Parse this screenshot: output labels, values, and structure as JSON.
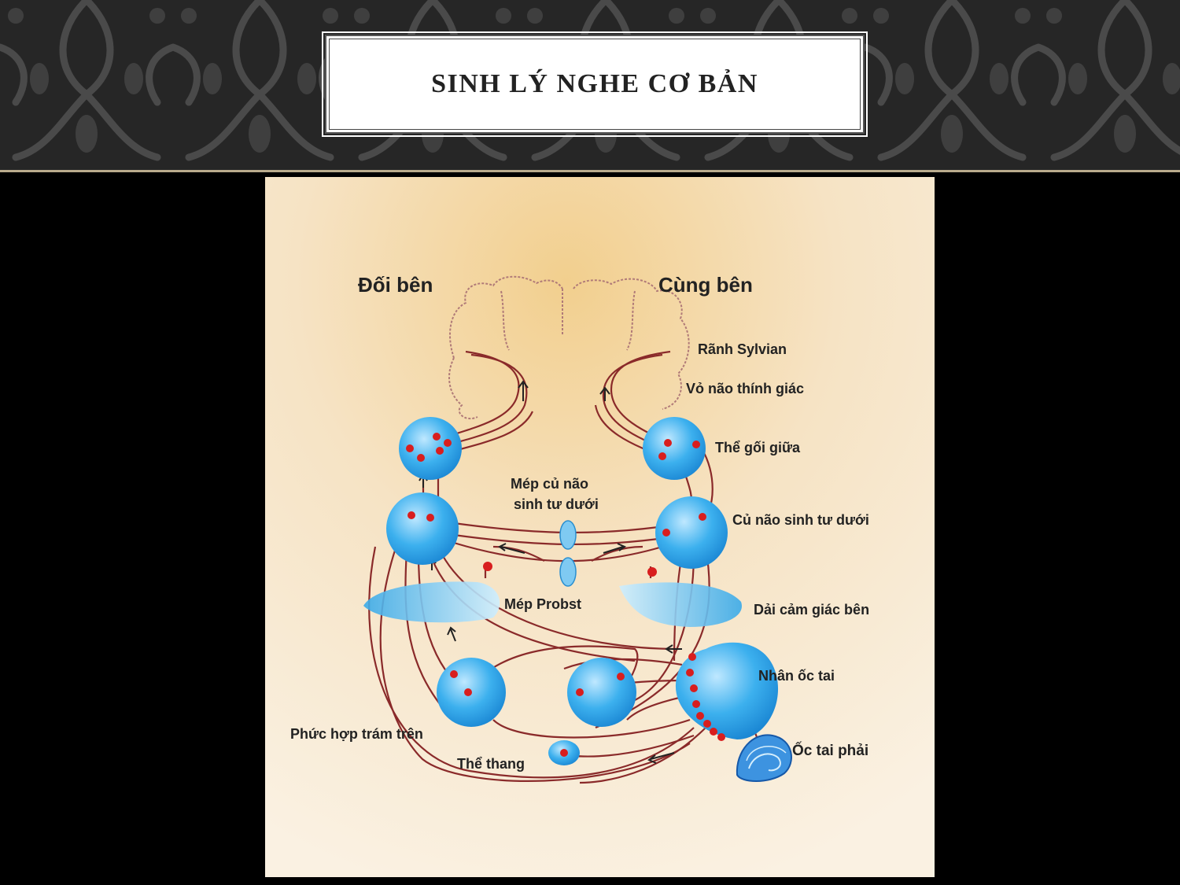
{
  "slide": {
    "title": "SINH LÝ NGHE CƠ BẢN"
  },
  "diagram": {
    "side_labels": {
      "contralateral": "Đối bên",
      "ipsilateral": "Cùng bên"
    },
    "labels": {
      "sylvian_fissure": "Rãnh Sylvian",
      "auditory_cortex": "Vỏ não thính giác",
      "medial_geniculate": "Thể gối giữa",
      "inferior_colliculus_commissure_line1": "Mép củ não",
      "inferior_colliculus_commissure_line2": "sinh tư dưới",
      "inferior_colliculus": "Củ não sinh tư dưới",
      "probst_commissure": "Mép Probst",
      "lateral_lemniscus": "Dải cảm giác bên",
      "cochlear_nucleus": "Nhân ốc tai",
      "superior_olivary_complex": "Phức hợp trám trên",
      "trapezoid_body": "Thể thang",
      "right_cochlea": "Ốc tai phải"
    },
    "colors": {
      "nucleus_blue": "#2aa3e6",
      "pathway": "#8a2a2a",
      "neuron_red": "#d81e1e",
      "background": "#f2e2c4"
    }
  }
}
